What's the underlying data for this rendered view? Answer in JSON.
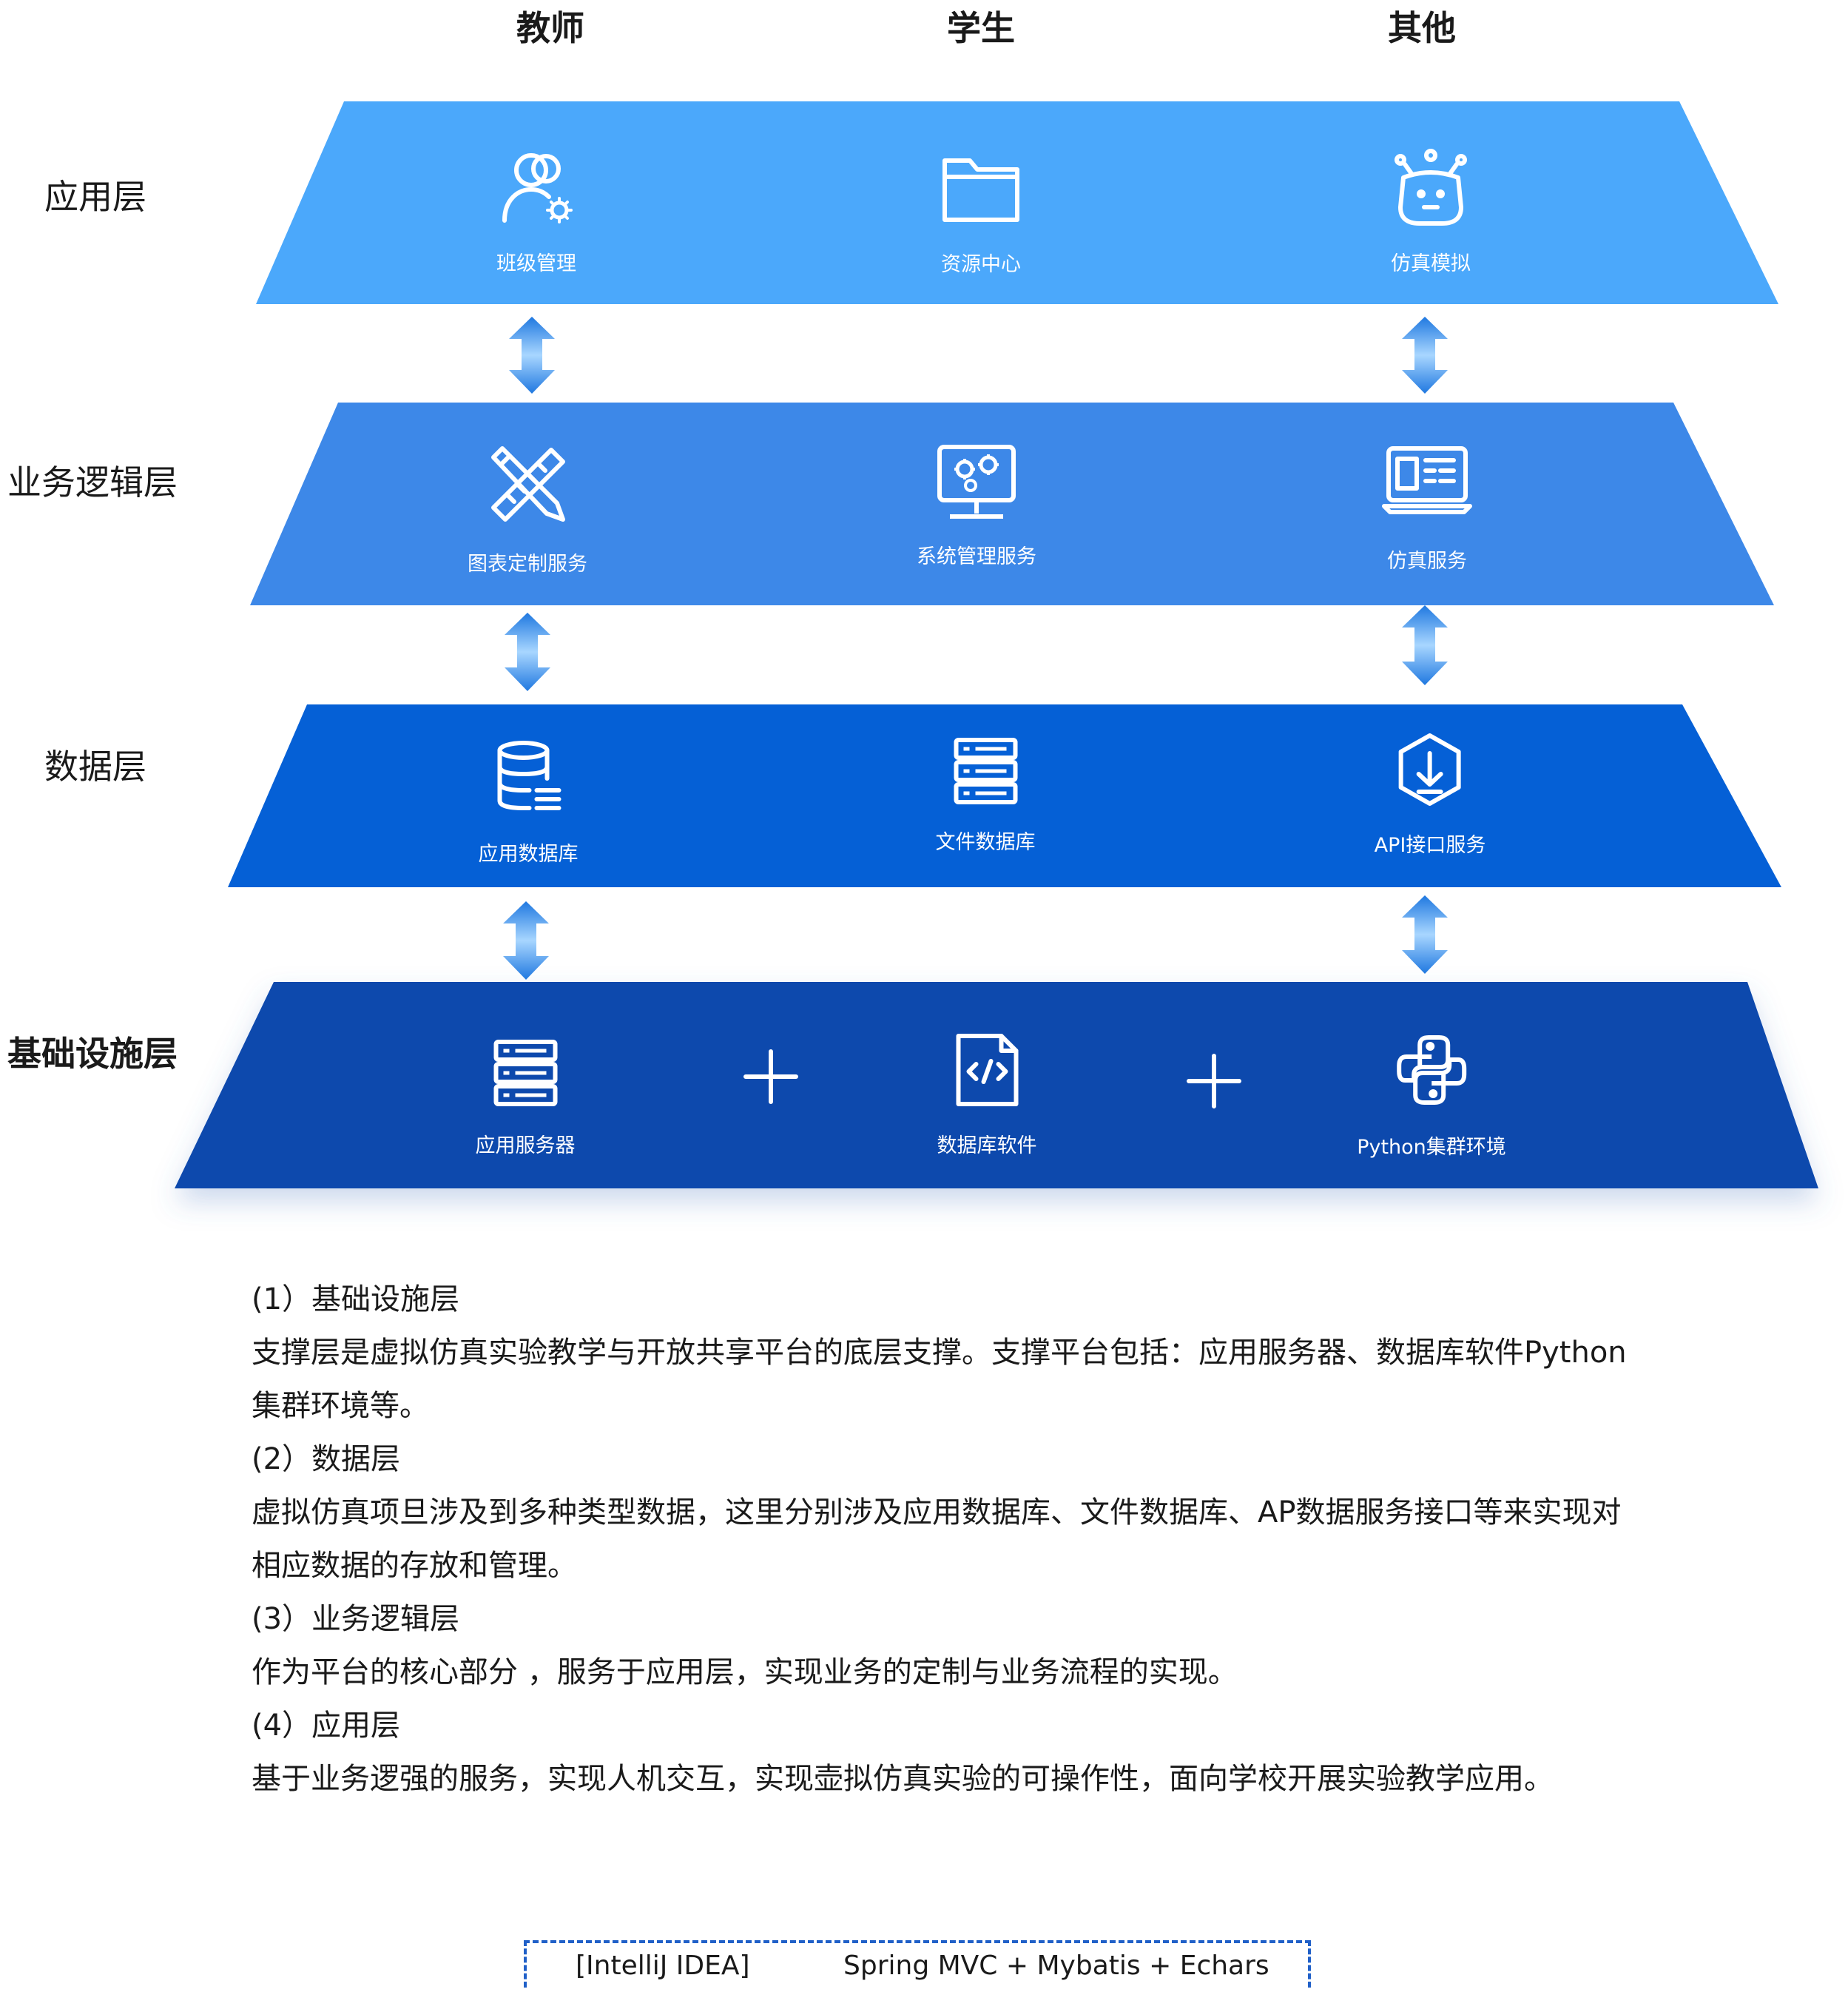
{
  "columns": [
    "教师",
    "学生",
    "其他"
  ],
  "layers": [
    {
      "label": "应用层",
      "bold": false,
      "color": "#4ba8fb",
      "nodes": [
        {
          "label": "班级管理",
          "icon": "users-gear-icon"
        },
        {
          "label": "资源中心",
          "icon": "folder-icon"
        },
        {
          "label": "仿真模拟",
          "icon": "robot-icon"
        }
      ]
    },
    {
      "label": "业务逻辑层",
      "bold": false,
      "color": "#3d88e8",
      "nodes": [
        {
          "label": "图表定制服务",
          "icon": "ruler-pencil-icon"
        },
        {
          "label": "系统管理服务",
          "icon": "monitor-gears-icon"
        },
        {
          "label": "仿真服务",
          "icon": "laptop-id-icon"
        }
      ]
    },
    {
      "label": "数据层",
      "bold": false,
      "color": "#0560d6",
      "nodes": [
        {
          "label": "应用数据库",
          "icon": "database-icon"
        },
        {
          "label": "文件数据库",
          "icon": "server-icon"
        },
        {
          "label": "API接口服务",
          "icon": "shield-download-icon"
        }
      ]
    },
    {
      "label": "基础设施层",
      "bold": true,
      "color": "#0a4aad",
      "nodes": [
        {
          "label": "应用服务器",
          "icon": "server-icon"
        },
        {
          "label": "数据库软件",
          "icon": "code-file-icon"
        },
        {
          "label": "Python集群环境",
          "icon": "python-icon"
        }
      ]
    }
  ],
  "description": [
    "(1）基础设施层",
    "支撑层是虚拟仿真实验教学与开放共享平台的底层支撑。支撑平台包括：应用服务器、数据库软件Python",
    "集群环境等。",
    "(2）数据层",
    "虚拟仿真项旦涉及到多种类型数据，这里分别涉及应用数据库、文件数据库、AP数据服务接口等来实现对",
    "相应数据的存放和管理。",
    "(3）业务逻辑层",
    "作为平台的核心部分 ，服务于应用层，实现业务的定制与业务流程的实现。",
    "(4）应用层",
    "基于业务逻强的服务，实现人机交互，实现壶拟仿真实验的可操作性，面向学校开展实验教学应用。"
  ],
  "toolbox": {
    "ide": "[IntelliJ IDEA]",
    "stack": "Spring MVC + Mybatis + Echars"
  },
  "colors": {
    "arrow_top": "#1f78e0",
    "arrow_mid": "#9fd0ff"
  }
}
